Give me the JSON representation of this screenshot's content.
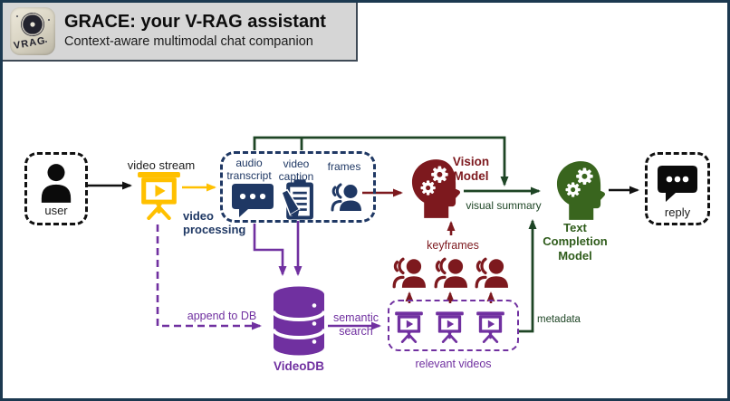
{
  "header": {
    "logo_text": "VRAG",
    "title": "GRACE: your V-RAG assistant",
    "subtitle": "Context-aware multimodal chat companion"
  },
  "nodes": {
    "user": "user",
    "video_stream": "video stream",
    "video_processing": "video processing",
    "audio_transcript": "audio transcript",
    "video_caption": "video caption",
    "frames": "frames",
    "vision_model": "Vision Model",
    "keyframes": "keyframes",
    "videodb": "VideoDB",
    "relevant_videos": "relevant videos",
    "text_completion_model": "Text Completion Model",
    "reply": "reply"
  },
  "edges": {
    "visual_summary": "visual summary",
    "append_to_db": "append to DB",
    "semantic_search": "semantic search",
    "metadata": "metadata"
  },
  "colors": {
    "border": "#1c3950",
    "header_bg": "#d6d6d6",
    "navy": "#1f3864",
    "gold": "#ffc000",
    "purple": "#7030a0",
    "maroon": "#7d191e",
    "green_dark": "#1e4525",
    "green_head": "#39651e"
  }
}
